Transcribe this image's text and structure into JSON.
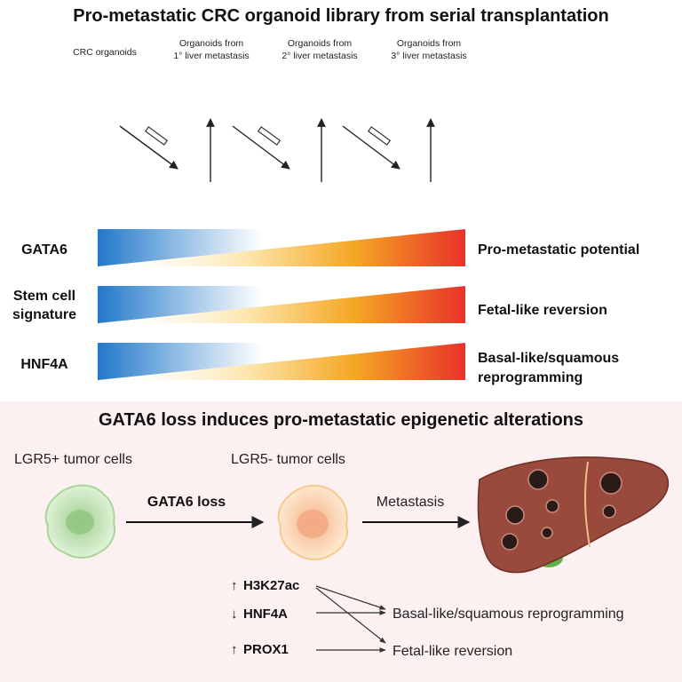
{
  "top_panel": {
    "title": "Pro-metastatic CRC organoid library from serial transplantation",
    "stages": [
      {
        "line1": "CRC organoids",
        "line2": ""
      },
      {
        "line1": "Organoids from",
        "line2": "1° liver metastasis"
      },
      {
        "line1": "Organoids from",
        "line2": "2° liver metastasis"
      },
      {
        "line1": "Organoids from",
        "line2": "3° liver metastasis"
      }
    ],
    "gradients": [
      {
        "left": [
          "GATA6"
        ],
        "right": [
          "Pro-metastatic potential"
        ]
      },
      {
        "left": [
          "Stem cell",
          "signature"
        ],
        "right": [
          "Fetal-like reversion"
        ]
      },
      {
        "left": [
          "HNF4A"
        ],
        "right": [
          "Basal-like/squamous",
          "reprogramming"
        ]
      }
    ],
    "colors": {
      "decrease": "#1f78c8",
      "increase": "#e8322a",
      "mid": "#f5a623",
      "organoid": "#d2572a"
    }
  },
  "bottom_panel": {
    "title": "GATA6 loss induces pro-metastatic epigenetic alterations",
    "lgr5_pos_label": "LGR5+ tumor cells",
    "lgr5_neg_label": "LGR5- tumor cells",
    "gata6_loss_label": "GATA6 loss",
    "metastasis_label": "Metastasis",
    "markers": [
      {
        "arrow": "↑",
        "label": "H3K27ac"
      },
      {
        "arrow": "↓",
        "label": "HNF4A"
      },
      {
        "arrow": "↑",
        "label": "PROX1"
      }
    ],
    "outcomes": [
      "Basal-like/squamous reprogramming",
      "Fetal-like reversion"
    ],
    "colors": {
      "background": "#fdf0f0",
      "lgr5_pos_cell": "#bfe3b4",
      "lgr5_neg_cell": "#fbd6a8",
      "liver": "#9a4a3c"
    }
  }
}
